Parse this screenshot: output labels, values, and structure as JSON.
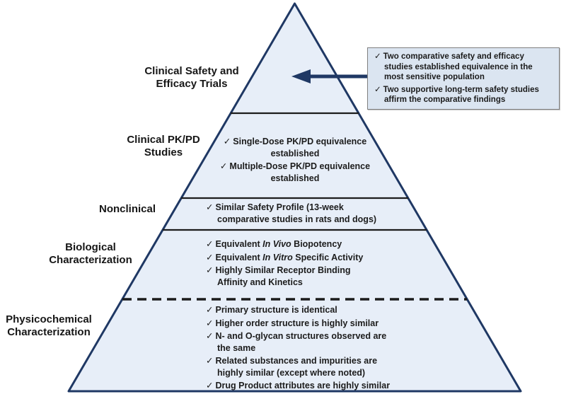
{
  "check_glyph": "✓",
  "colors": {
    "pyramid_fill": "#e7eef8",
    "pyramid_border": "#1f3864",
    "divider": "#1c1c1c",
    "arrow": "#1f3864",
    "callout_fill": "#dbe5f1",
    "callout_border": "#808080",
    "text": "#1c1c1c"
  },
  "pyramid": {
    "levels": [
      {
        "id": "clinical-safety-efficacy",
        "label_lines": [
          "Clinical Safety and",
          "Efficacy Trials"
        ],
        "items": []
      },
      {
        "id": "clinical-pkpd",
        "label_lines": [
          "Clinical PK/PD",
          "Studies"
        ],
        "items": [
          {
            "lines": [
              [
                {
                  "t": "Single-Dose PK/PD equivalence"
                }
              ],
              [
                {
                  "t": "established"
                }
              ]
            ]
          },
          {
            "lines": [
              [
                {
                  "t": "Multiple-Dose PK/PD equivalence"
                }
              ],
              [
                {
                  "t": "established"
                }
              ]
            ]
          }
        ]
      },
      {
        "id": "nonclinical",
        "label_lines": [
          "Nonclinical"
        ],
        "items": [
          {
            "lines": [
              [
                {
                  "t": "Similar Safety Profile (13-week"
                }
              ],
              [
                {
                  "t": "comparative studies in rats and dogs)"
                }
              ]
            ]
          }
        ]
      },
      {
        "id": "biological-characterization",
        "label_lines": [
          "Biological",
          "Characterization"
        ],
        "items": [
          {
            "lines": [
              [
                {
                  "t": "Equivalent "
                },
                {
                  "t": "In Vivo",
                  "i": true
                },
                {
                  "t": "  Biopotency"
                }
              ]
            ]
          },
          {
            "lines": [
              [
                {
                  "t": "Equivalent "
                },
                {
                  "t": "In Vitro",
                  "i": true
                },
                {
                  "t": " Specific Activity"
                }
              ]
            ]
          },
          {
            "lines": [
              [
                {
                  "t": "Highly Similar Receptor Binding"
                }
              ],
              [
                {
                  "t": "Affinity and Kinetics"
                }
              ]
            ]
          }
        ]
      },
      {
        "id": "physicochemical-characterization",
        "label_lines": [
          "Physicochemical",
          "Characterization"
        ],
        "items": [
          {
            "lines": [
              [
                {
                  "t": "Primary structure is identical"
                }
              ]
            ]
          },
          {
            "lines": [
              [
                {
                  "t": "Higher order structure is highly similar"
                }
              ]
            ]
          },
          {
            "lines": [
              [
                {
                  "t": "N- and O-glycan structures observed are"
                }
              ],
              [
                {
                  "t": "the same"
                }
              ]
            ]
          },
          {
            "lines": [
              [
                {
                  "t": "Related substances and impurities are"
                }
              ],
              [
                {
                  "t": "highly similar (except where noted)"
                }
              ]
            ]
          },
          {
            "lines": [
              [
                {
                  "t": "Drug Product attributes are highly similar"
                }
              ]
            ]
          }
        ]
      }
    ]
  },
  "callout": {
    "items": [
      {
        "lines": [
          [
            {
              "t": "Two comparative safety and efficacy"
            }
          ],
          [
            {
              "t": "studies established equivalence in the"
            }
          ],
          [
            {
              "t": "most sensitive population"
            }
          ]
        ]
      },
      {
        "lines": [
          [
            {
              "t": "Two supportive long-term safety studies"
            }
          ],
          [
            {
              "t": "affirm the comparative findings"
            }
          ]
        ]
      }
    ]
  }
}
